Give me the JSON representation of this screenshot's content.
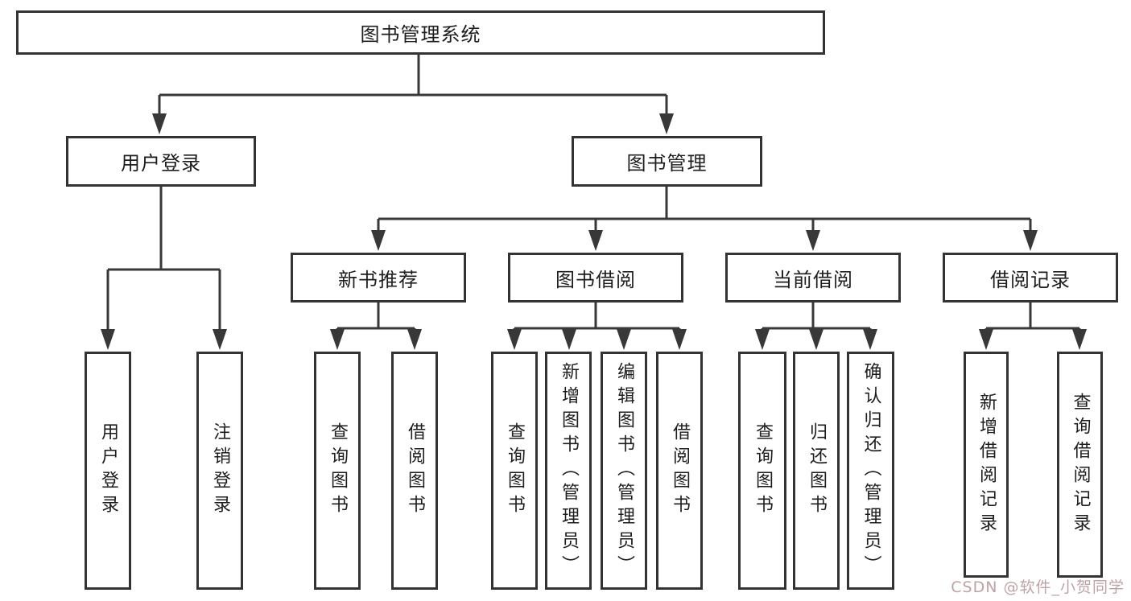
{
  "diagram": {
    "root": {
      "label": "图书管理系统"
    },
    "branches": [
      {
        "label": "用户登录",
        "children": [
          {
            "label": "用户登录"
          },
          {
            "label": "注销登录"
          }
        ]
      },
      {
        "label": "图书管理",
        "children": [
          {
            "label": "新书推荐",
            "children": [
              {
                "label": "查询图书"
              },
              {
                "label": "借阅图书"
              }
            ]
          },
          {
            "label": "图书借阅",
            "children": [
              {
                "label": "查询图书"
              },
              {
                "label": "新增图书（管理员）"
              },
              {
                "label": "编辑图书（管理员）"
              },
              {
                "label": "借阅图书"
              }
            ]
          },
          {
            "label": "当前借阅",
            "children": [
              {
                "label": "查询图书"
              },
              {
                "label": "归还图书"
              },
              {
                "label": "确认归还（管理员）"
              }
            ]
          },
          {
            "label": "借阅记录",
            "children": [
              {
                "label": "新增借阅记录"
              },
              {
                "label": "查询借阅记录"
              }
            ]
          }
        ]
      }
    ]
  },
  "watermark": {
    "text": "CSDN @软件_小贺同学",
    "color": "#bfa2a7"
  },
  "style": {
    "border_color": "#333333",
    "line_color": "#383838",
    "text_color": "#1d1d1d",
    "background": "#ffffff"
  }
}
